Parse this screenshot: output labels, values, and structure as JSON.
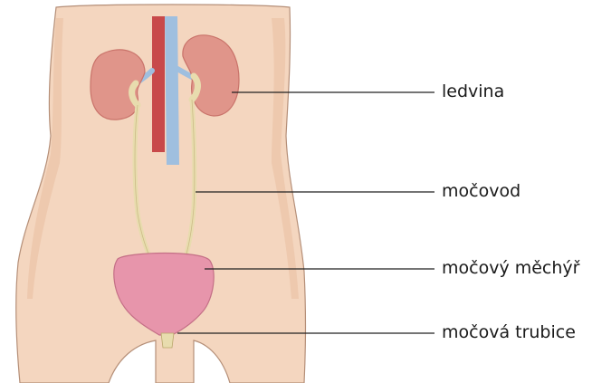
{
  "diagram": {
    "labels": {
      "kidney": "ledvina",
      "ureter": "močovod",
      "bladder": "močový měchýř",
      "urethra": "močová trubice"
    },
    "colors": {
      "skin": "#f4d6bf",
      "skin_shadow": "#e9bfa4",
      "outline": "#8a6c5a",
      "kidney": "#e0958a",
      "kidney_dark": "#c9736a",
      "ureter": "#e8dcae",
      "aorta": "#c8494a",
      "vena_cava": "#9fbfdf",
      "bladder": "#e795ab",
      "leader_line": "#222222"
    }
  }
}
